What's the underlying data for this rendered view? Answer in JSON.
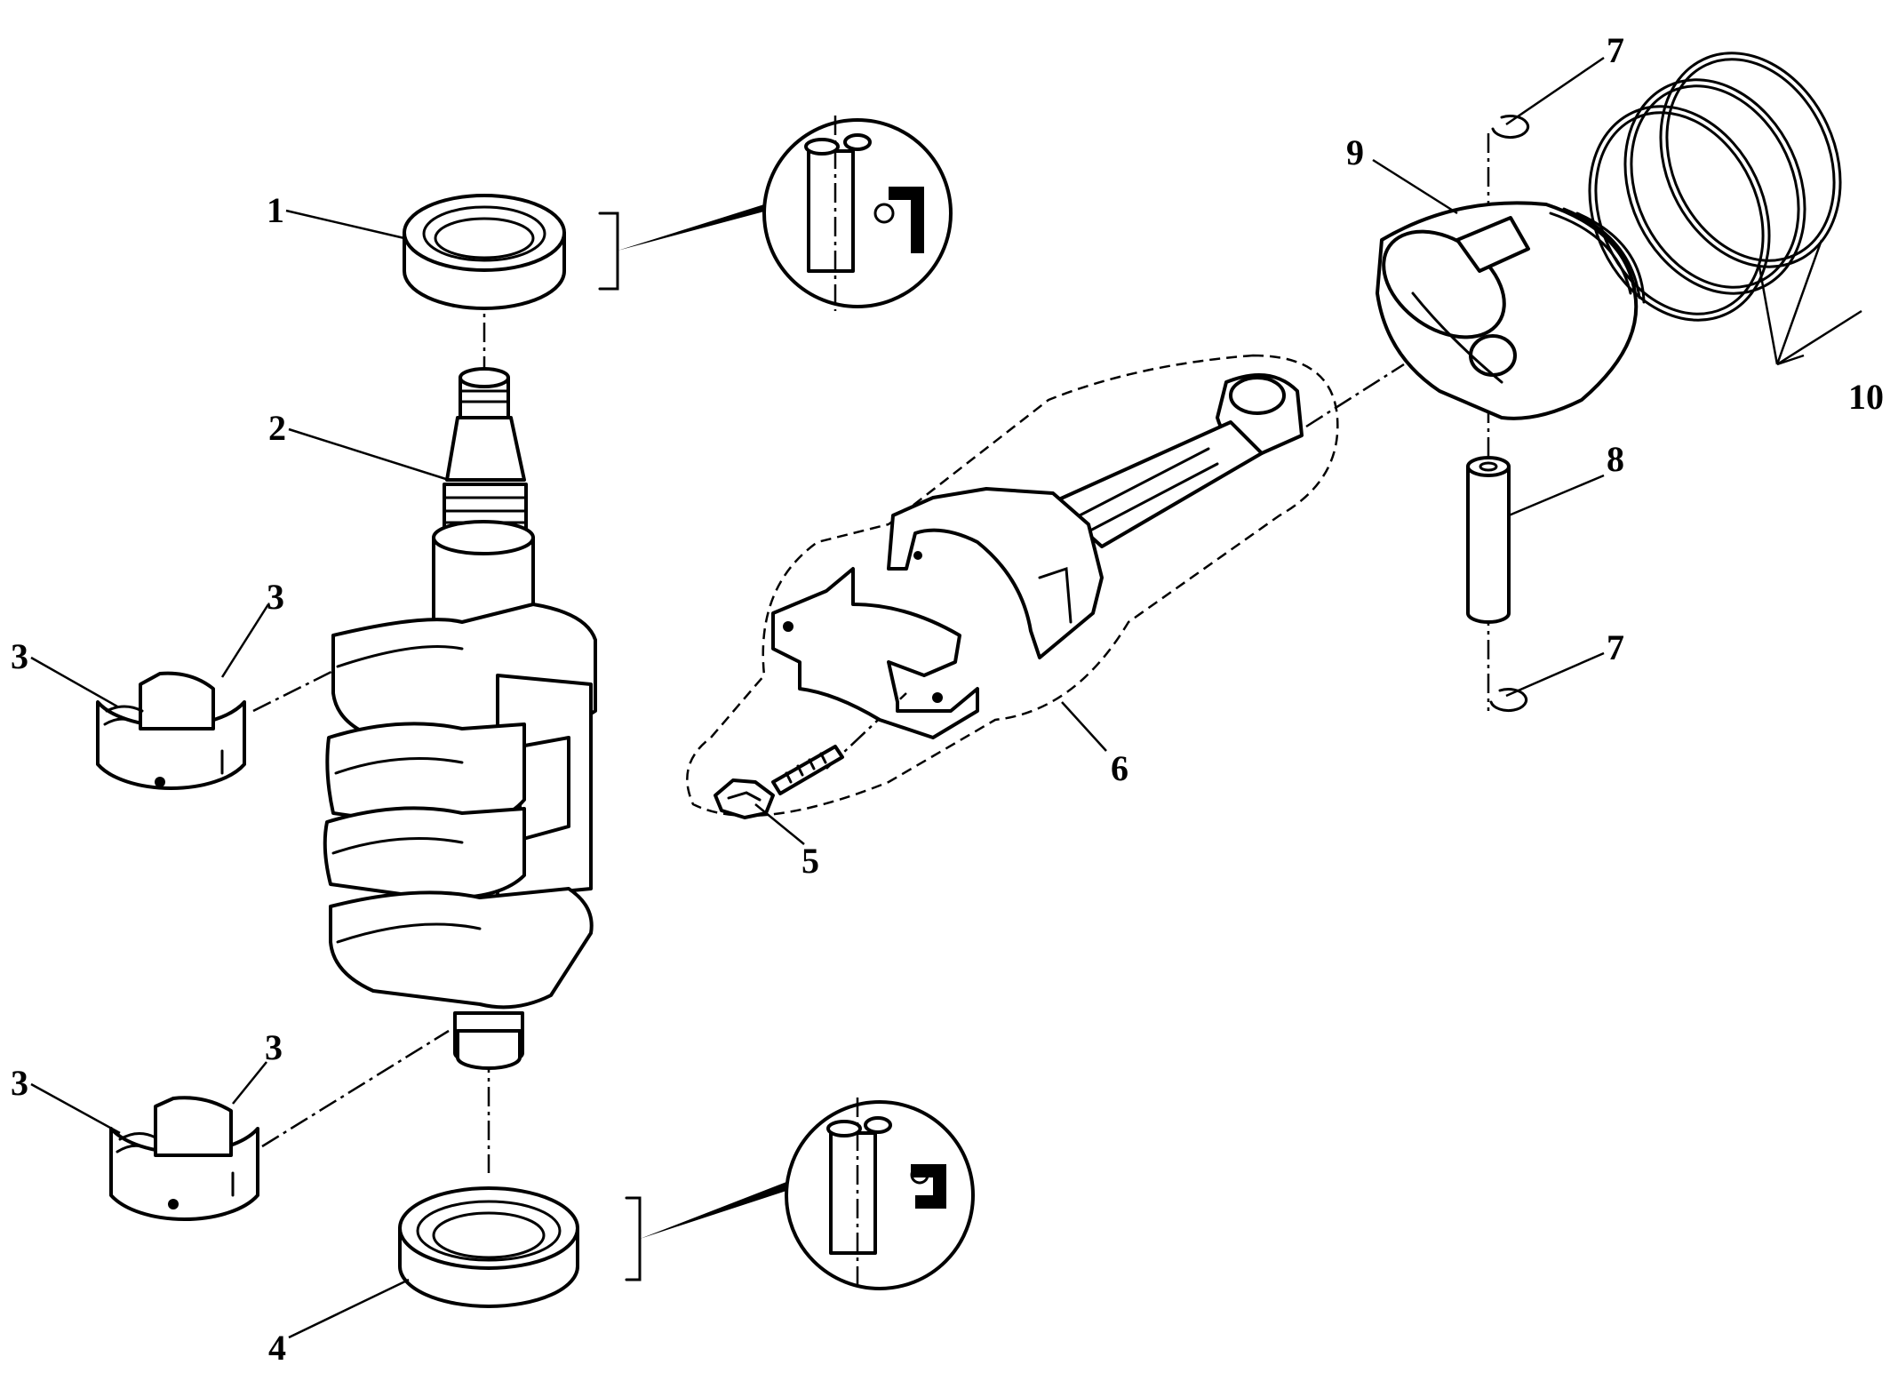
{
  "callouts": [
    {
      "id": "c1",
      "text": "1"
    },
    {
      "id": "c2",
      "text": "2"
    },
    {
      "id": "c3a",
      "text": "3"
    },
    {
      "id": "c3b",
      "text": "3"
    },
    {
      "id": "c3c",
      "text": "3"
    },
    {
      "id": "c3d",
      "text": "3"
    },
    {
      "id": "c4",
      "text": "4"
    },
    {
      "id": "c5",
      "text": "5"
    },
    {
      "id": "c6",
      "text": "6"
    },
    {
      "id": "c7a",
      "text": "7"
    },
    {
      "id": "c7b",
      "text": "7"
    },
    {
      "id": "c8",
      "text": "8"
    },
    {
      "id": "c9",
      "text": "9"
    },
    {
      "id": "c10",
      "text": "10"
    }
  ],
  "colors": {
    "line": "#000000",
    "background": "#ffffff"
  }
}
